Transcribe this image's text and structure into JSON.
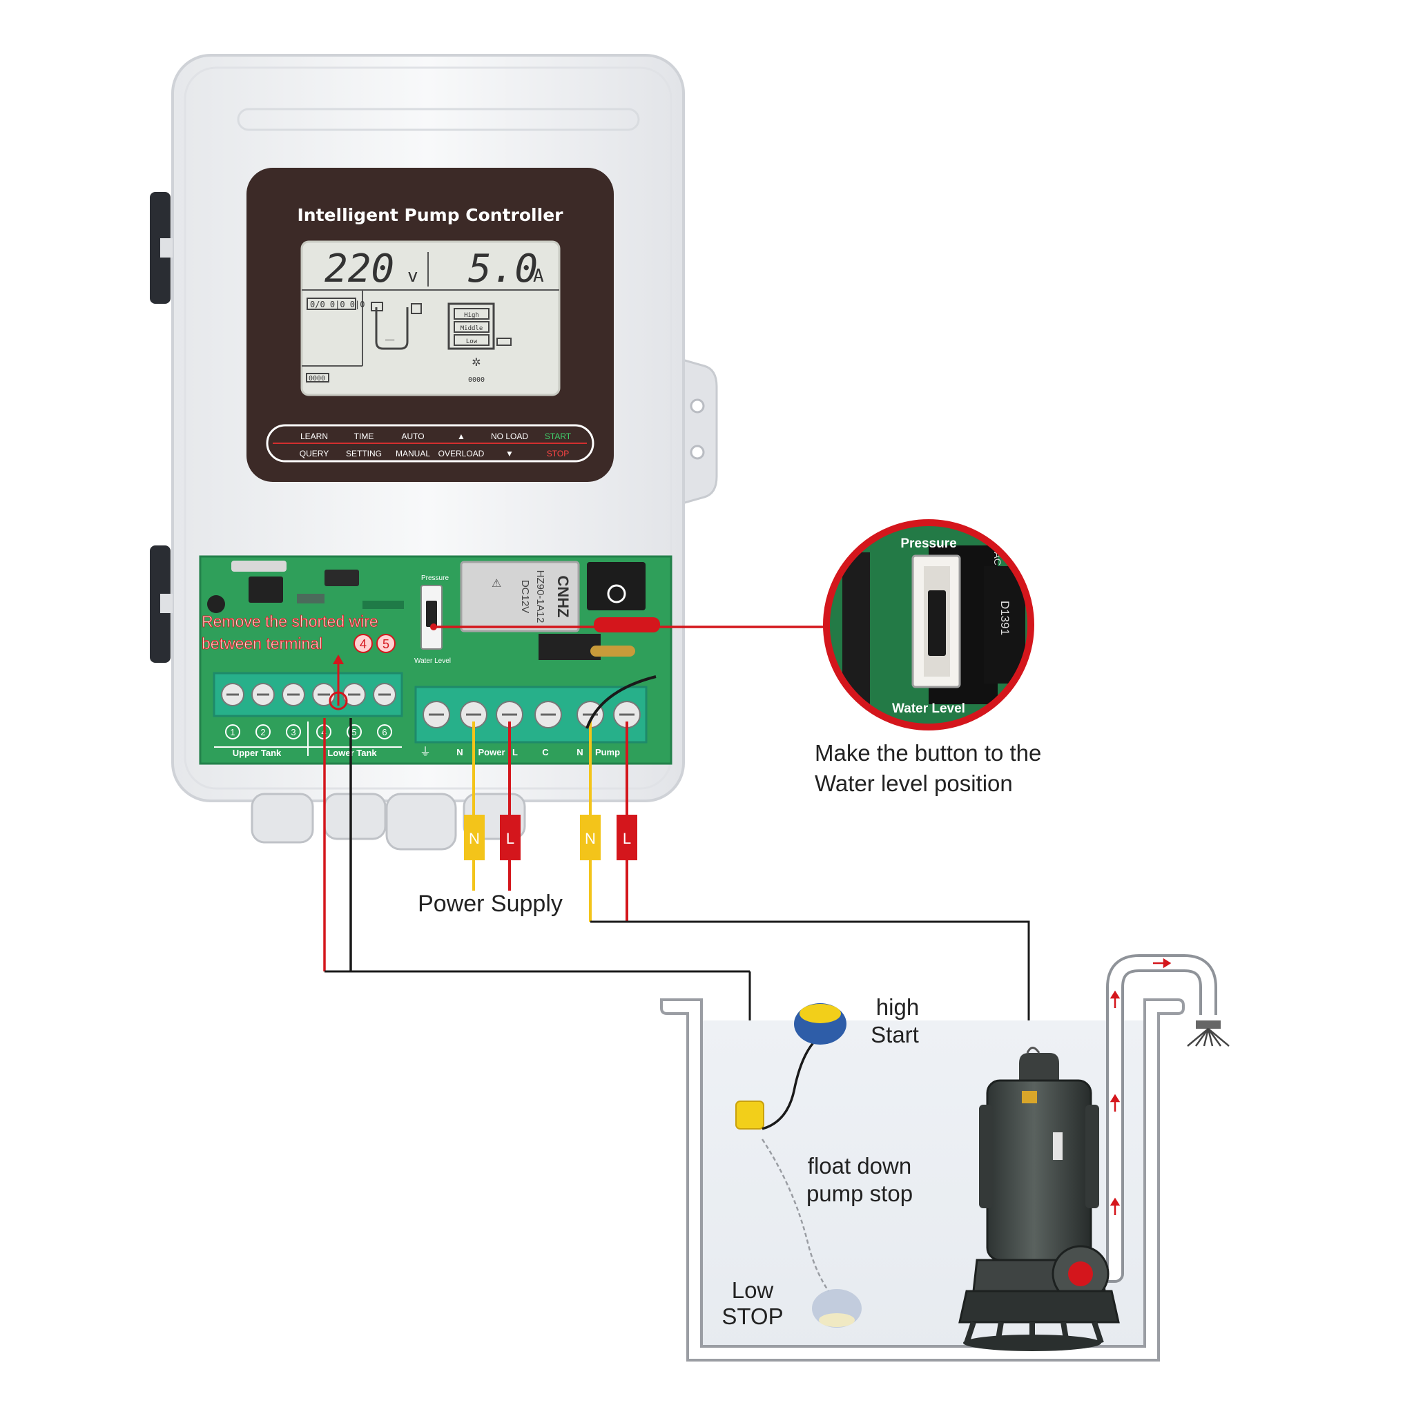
{
  "panel": {
    "title": "Intelligent Pump Controller",
    "voltage": "220",
    "voltage_unit": "v",
    "current": "5.0",
    "current_unit": "A",
    "lcd": {
      "status_left": "0/0 0|0 0|0 ",
      "tank_label": "——",
      "level_high": "High",
      "level_mid": "Middle",
      "level_low": "Low",
      "bottom_left": "0000",
      "bottom_center": "0000"
    },
    "buttons_top": [
      "LEARN",
      "TIME",
      "AUTO",
      "▲",
      "NO LOAD",
      "START"
    ],
    "buttons_bottom": [
      "QUERY",
      "SETTING",
      "MANUAL",
      "OVERLOAD",
      "▼",
      "STOP"
    ]
  },
  "board": {
    "note_line1": "Remove the shorted wire",
    "note_line2": "between terminal",
    "note_num1": "4",
    "note_num2": "5",
    "terminal_numbers": [
      "1",
      "2",
      "3",
      "4",
      "5",
      "6"
    ],
    "upper_tank": "Upper Tank",
    "lower_tank": "Lower Tank",
    "power_terminals": [
      "N",
      "Power",
      "L",
      "C",
      "N",
      "Pump"
    ],
    "relay_brand": "CNHZ",
    "relay_model": "HZ90-1A12",
    "relay_voltage": "DC12V",
    "switch_top": "Pressure",
    "switch_bottom": "Water Level"
  },
  "zoom": {
    "label_top": "Pressure",
    "label_bottom": "Water Level",
    "chip_text": "D1391",
    "chip_side": "VAC"
  },
  "labels": {
    "switch_note_line1": "Make the button to the",
    "switch_note_line2": "Water level position",
    "power_supply": "Power Supply",
    "high_line1": "high",
    "high_line2": "Start",
    "float_line1": "float down",
    "float_line2": "pump stop",
    "low_line1": "Low",
    "low_line2": "STOP",
    "n_tag": "N",
    "l_tag": "L"
  },
  "colors": {
    "live_wire": "#d4161c",
    "neutral_wire": "#f3c41a",
    "signal_wire": "#1a1a1a",
    "pcb_green": "#2f9f5a",
    "panel_dark": "#3c2a27",
    "enclosure": "#f1f2f4",
    "float_blue": "#2e5da8",
    "float_yellow": "#f2cf1a"
  }
}
